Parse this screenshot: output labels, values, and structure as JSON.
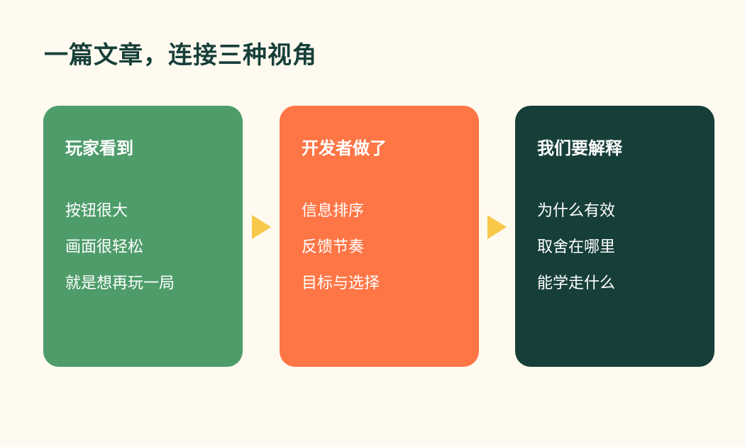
{
  "title": "一篇文章，连接三种视角",
  "colors": {
    "background": "#FFFAEF",
    "title": "#173F3A",
    "arrow": "#F7C84A"
  },
  "cards": [
    {
      "title": "玩家看到",
      "color": "#4E9C6A",
      "items": [
        "按钮很大",
        "画面很轻松",
        "就是想再玩一局"
      ]
    },
    {
      "title": "开发者做了",
      "color": "#FF7646",
      "items": [
        "信息排序",
        "反馈节奏",
        "目标与选择"
      ]
    },
    {
      "title": "我们要解释",
      "color": "#173F3A",
      "items": [
        "为什么有效",
        "取舍在哪里",
        "能学走什么"
      ]
    }
  ],
  "arrows": [
    {
      "icon": "triangle-right-icon"
    },
    {
      "icon": "triangle-right-icon"
    }
  ]
}
